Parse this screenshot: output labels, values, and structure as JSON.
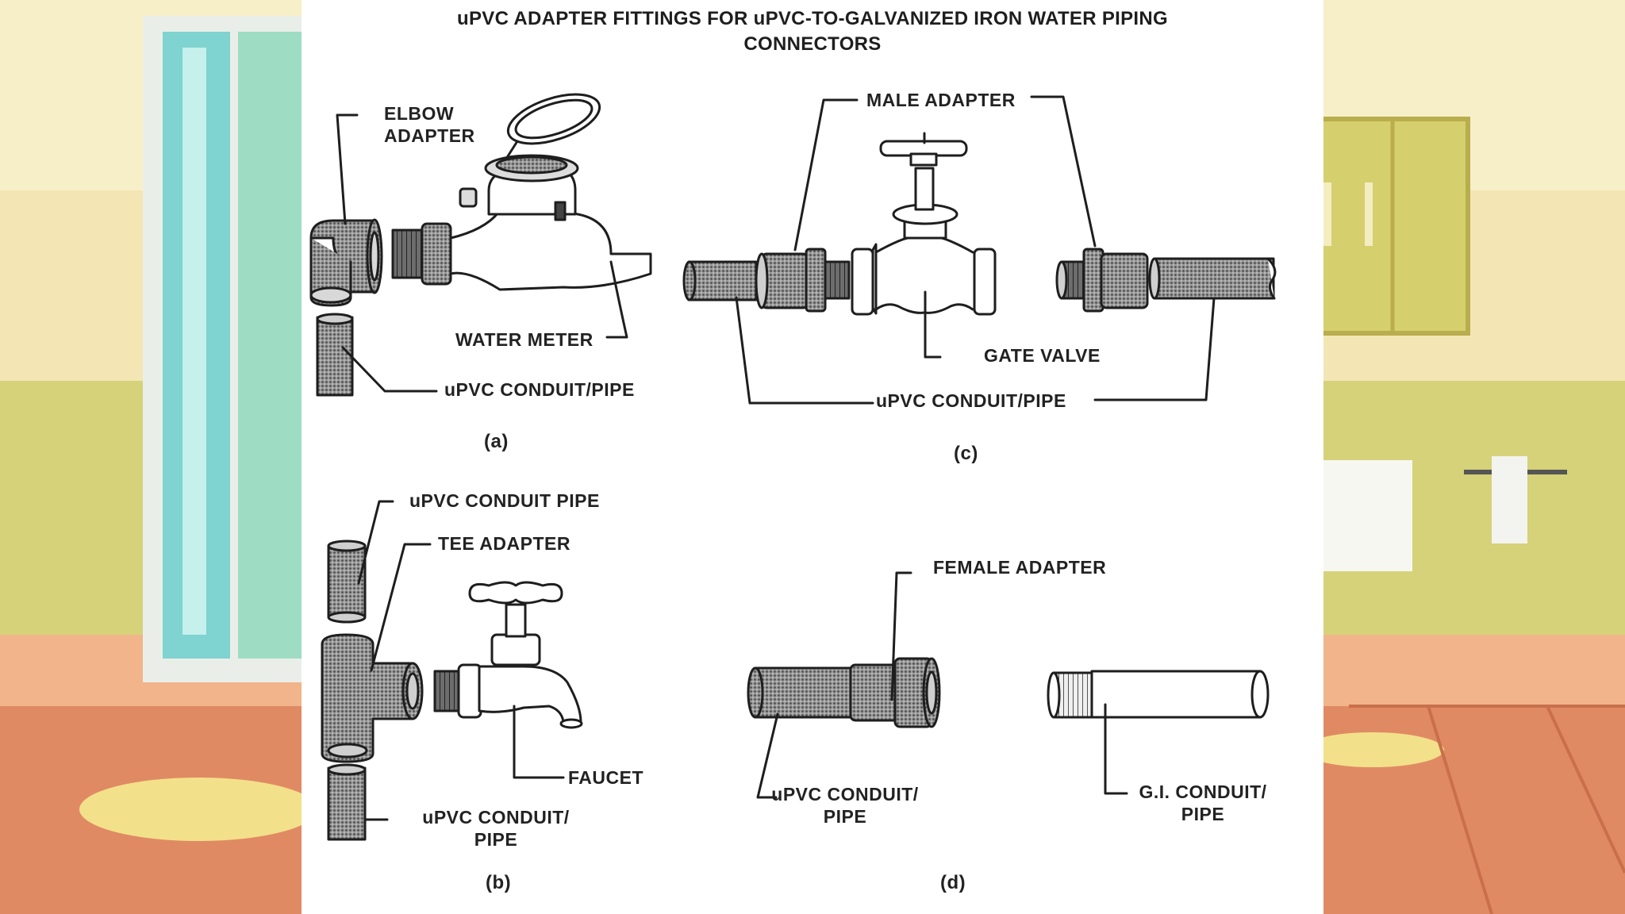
{
  "title_line1": "uPVC ADAPTER FITTINGS FOR uPVC-TO-GALVANIZED IRON WATER PIPING",
  "title_line2": "CONNECTORS",
  "panel_a": {
    "elbow_adapter_1": "ELBOW",
    "elbow_adapter_2": "ADAPTER",
    "water_meter": "WATER METER",
    "conduit": "uPVC CONDUIT/PIPE",
    "caption": "(a)"
  },
  "panel_b": {
    "conduit_pipe": "uPVC CONDUIT PIPE",
    "tee_adapter": "TEE ADAPTER",
    "faucet": "FAUCET",
    "conduit_1": "uPVC CONDUIT/",
    "conduit_2": "PIPE",
    "caption": "(b)"
  },
  "panel_c": {
    "male_adapter": "MALE ADAPTER",
    "gate_valve": "GATE VALVE",
    "conduit": "uPVC CONDUIT/PIPE",
    "caption": "(c)"
  },
  "panel_d": {
    "female_adapter": "FEMALE ADAPTER",
    "conduit_1": "uPVC CONDUIT/",
    "conduit_2": "PIPE",
    "gi_1": "G.I. CONDUIT/",
    "gi_2": "PIPE",
    "caption": "(d)"
  },
  "colors": {
    "fitting_fill": "#8c8c8c",
    "line": "#1e1e1e",
    "sheet": "#ffffff",
    "wall": "#f3e3a8",
    "floor": "#e08a64"
  }
}
